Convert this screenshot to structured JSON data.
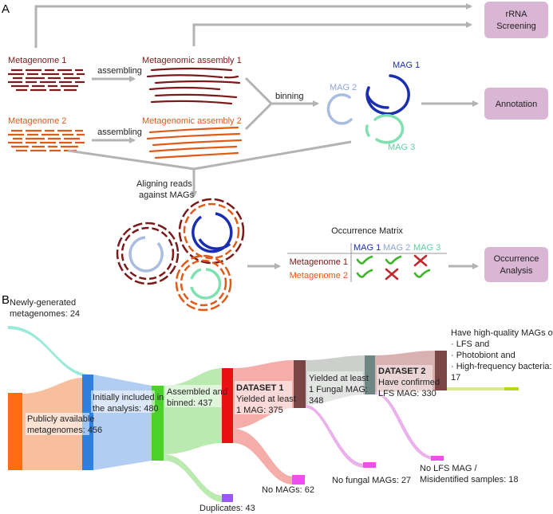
{
  "panel_a": {
    "letter": "A",
    "metagenome1": "Metagenome 1",
    "metagenome2": "Metagenome 2",
    "assembling1": "assembling",
    "assembling2": "assembling",
    "assembly1": "Metagenomic assembly 1",
    "assembly2": "Metagenomic assembly 2",
    "binning": "binning",
    "mag1": "MAG 1",
    "mag2": "MAG 2",
    "mag3": "MAG 3",
    "aligning_line1": "Aligning reads",
    "aligning_line2": "against MAGs",
    "rrna_line1": "rRNA",
    "rrna_line2": "Screening",
    "annotation": "Annotation",
    "occurrence_line1": "Occurrence",
    "occurrence_line2": "Analysis",
    "matrix": {
      "title": "Occurrence Matrix",
      "col1": "MAG 1",
      "col2": "MAG 2",
      "col3": "MAG 3",
      "row1": "Metagenome 1",
      "row2": "Metagenome 2"
    },
    "colors": {
      "metagenome1": "#7a1a1a",
      "metagenome2": "#e05a1a",
      "mag1": "#1a2fb0",
      "mag2": "#a9bde0",
      "mag3": "#7fe0b0",
      "box": "#d9b6d4",
      "arrow": "#b3b3b3",
      "check": "#3fb52a",
      "cross": "#c0282d"
    }
  },
  "panel_b": {
    "letter": "B",
    "new_line1": "Newly-generated",
    "new_line2": "metagenomes: 24",
    "public_line1": "Publicly available",
    "public_line2": "metagenomes: 456",
    "initial_line1": "Initially included in",
    "initial_line2": "the analysis: 480",
    "assembled_line1": "Assembled and",
    "assembled_line2": "binned: 437",
    "duplicates": "Duplicates: 43",
    "ds1_title": "DATASET 1",
    "ds1_line1": "Yielded at least",
    "ds1_line2": "1 MAG: 375",
    "no_mags": "No MAGs: 62",
    "fungal_line1": "Yielded at least",
    "fungal_line2": "1 Fungal MAG:",
    "fungal_line3": "348",
    "no_fungal": "No fungal MAGs: 27",
    "ds2_title": "DATASET 2",
    "ds2_line1": "Have confirmed",
    "ds2_line2": "LFS MAG: 330",
    "no_lfs_line1": "No LFS MAG /",
    "no_lfs_line2": "Misidentified samples: 18",
    "hq_line1": "Have high-quality MAGs of:",
    "hq_line2": "· LFS and",
    "hq_line3": "· Photobiont and",
    "hq_line4": "· High-frequency bacteria:",
    "hq_line5": "17"
  }
}
